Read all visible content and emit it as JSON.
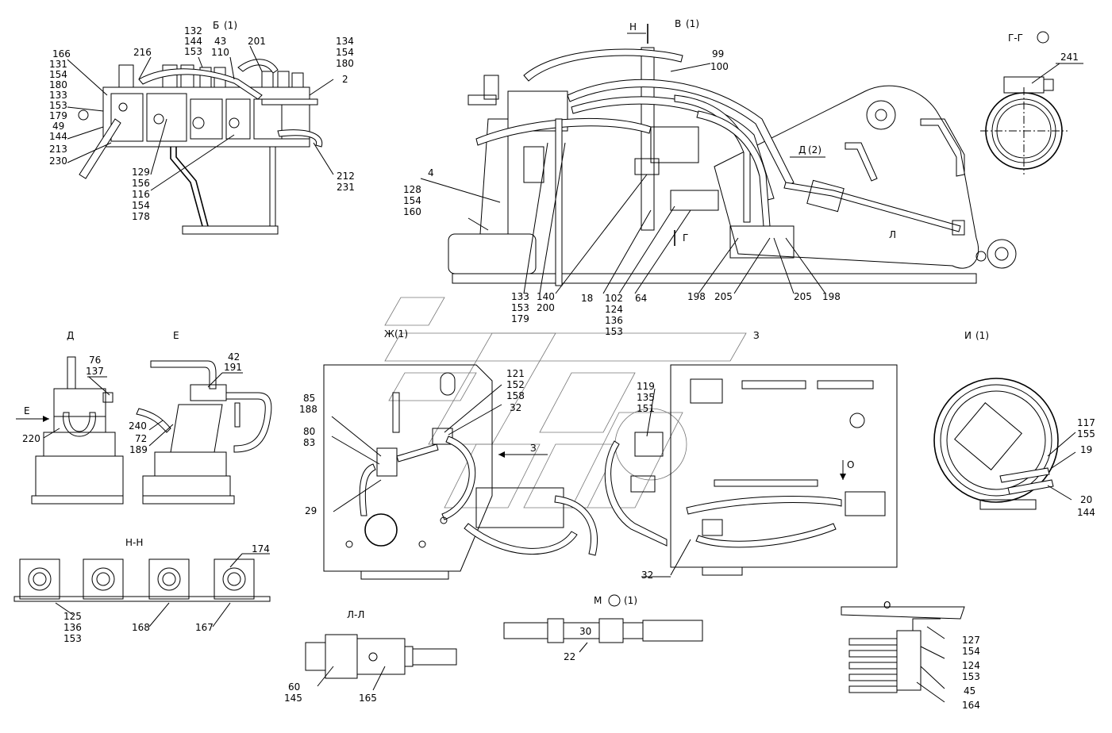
{
  "views": {
    "b": "Б",
    "v": "В",
    "gg": "Г-Г",
    "d": "Д",
    "e": "Е",
    "zh": "Ж",
    "z": "З",
    "i": "И",
    "nn": "Н-Н",
    "ll": "Л-Л",
    "m": "М",
    "o": "О",
    "scale": "(1)",
    "scale2": "(2)"
  },
  "arrows": {
    "n": "Н",
    "g": "Г",
    "d": "Д",
    "l": "Л",
    "e": "Е",
    "z": "З",
    "o": "О"
  },
  "callouts": {
    "b_166": "166",
    "b_131": "131",
    "b_154a": "154",
    "b_180a": "180",
    "b_133": "133",
    "b_153a": "153",
    "b_179": "179",
    "b_49": "49",
    "b_144": "144",
    "b_213": "213",
    "b_230": "230",
    "b_216": "216",
    "b_132": "132",
    "b_144b": "144",
    "b_153b": "153",
    "b_43": "43",
    "b_110": "110",
    "b_201": "201",
    "b_134": "134",
    "b_154b": "154",
    "b_180b": "180",
    "b_2": "2",
    "b_129": "129",
    "b_156": "156",
    "b_116": "116",
    "b_154c": "154",
    "b_178": "178",
    "b_212": "212",
    "b_231": "231",
    "v_99": "99",
    "v_100": "100",
    "v_4": "4",
    "v_128": "128",
    "v_154": "154",
    "v_160": "160",
    "v_133": "133",
    "v_153a": "153",
    "v_179": "179",
    "v_140": "140",
    "v_200": "200",
    "v_18": "18",
    "v_102": "102",
    "v_124": "124",
    "v_136": "136",
    "v_153b": "153",
    "v_64": "64",
    "v_198a": "198",
    "v_205a": "205",
    "v_205b": "205",
    "v_198b": "198",
    "gg_241": "241",
    "d_76": "76",
    "d_137": "137",
    "d_220": "220",
    "e_42": "42",
    "e_191": "191",
    "e_240": "240",
    "e_72": "72",
    "e_189": "189",
    "zh_121": "121",
    "zh_152": "152",
    "zh_158": "158",
    "zh_32": "32",
    "zh_85": "85",
    "zh_188": "188",
    "zh_80": "80",
    "zh_83": "83",
    "zh_29": "29",
    "z_119": "119",
    "z_135": "135",
    "z_151": "151",
    "z_32": "32",
    "i_117": "117",
    "i_155": "155",
    "i_19": "19",
    "i_20": "20",
    "i_144": "144",
    "nn_174": "174",
    "nn_125": "125",
    "nn_136": "136",
    "nn_153": "153",
    "nn_168": "168",
    "nn_167": "167",
    "ll_60": "60",
    "ll_145": "145",
    "ll_165": "165",
    "m_22": "22",
    "m_30": "30",
    "o_127": "127",
    "o_154": "154",
    "o_124": "124",
    "o_153": "153",
    "o_45": "45",
    "o_164": "164"
  }
}
